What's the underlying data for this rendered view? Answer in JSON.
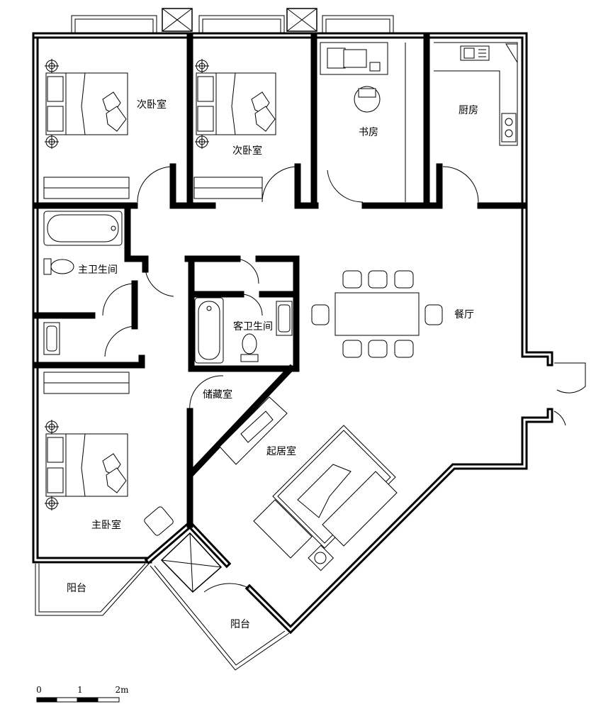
{
  "rooms": {
    "second_bedroom_1": "次卧室",
    "second_bedroom_2": "次卧室",
    "study": "书房",
    "kitchen": "厨房",
    "master_bathroom": "主卫生间",
    "guest_bathroom": "客卫生间",
    "dining_room": "餐厅",
    "storage": "储藏室",
    "living_room": "起居室",
    "master_bedroom": "主卧室",
    "balcony_1": "阳台",
    "balcony_2": "阳台"
  },
  "scale_bar": {
    "label_0": "0",
    "label_1": "1",
    "label_2": "2m"
  }
}
